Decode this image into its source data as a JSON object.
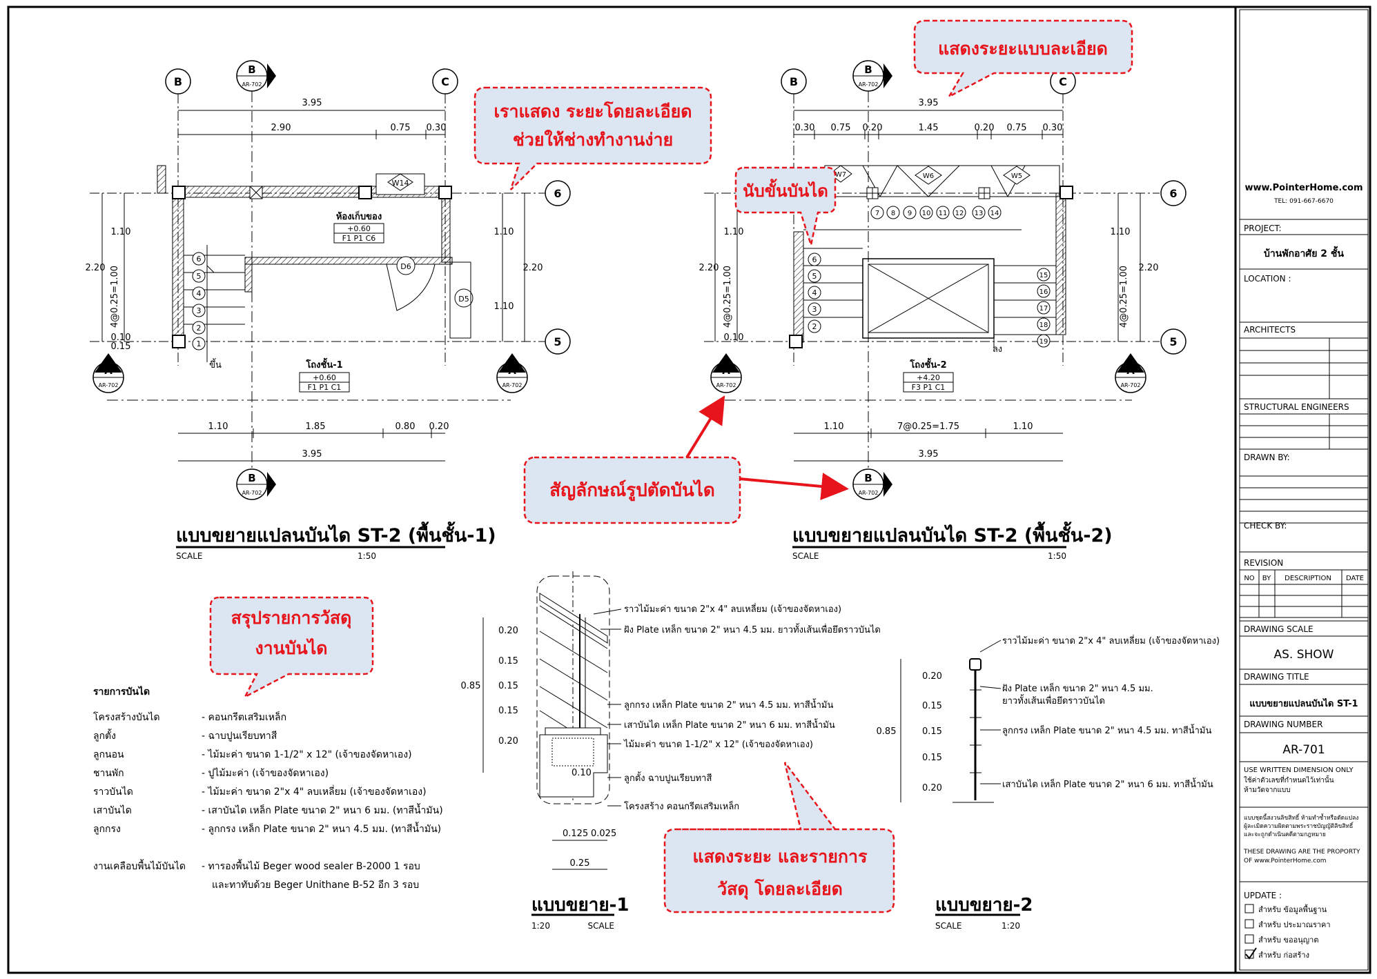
{
  "plan1": {
    "grid_top": [
      "B",
      "C"
    ],
    "section_b_top": "B",
    "section_b_bottom": "B",
    "section_a_left": "A",
    "section_a_right": "A",
    "section_ref": "AR-702",
    "grid_right": [
      "6",
      "5"
    ],
    "dim_top_total": "3.95",
    "dim_top_parts": [
      "2.90",
      "0.75",
      "0.30"
    ],
    "dim_bottom_parts": [
      "1.10",
      "1.85",
      "0.80",
      "0.20"
    ],
    "dim_bottom_total": "3.95",
    "dim_left": [
      "1.10",
      "2.20",
      "4@0.25=1.00",
      "0.10",
      "0.15"
    ],
    "dim_right": [
      "1.10",
      "2.20",
      "1.10"
    ],
    "window_tag": "W14",
    "door_tags": [
      "D6",
      "D5"
    ],
    "room1_name": "ห้องเก็บของ",
    "room1_level": "+0.60",
    "room1_finish": "F1 P1 C6",
    "room2_name": "โถงชั้น-1",
    "room2_level": "+0.60",
    "room2_finish": "F1 P1 C1",
    "up_label": "ขึ้น",
    "steps": [
      "6",
      "5",
      "4",
      "3",
      "2",
      "1"
    ],
    "title": "แบบขยายแปลนบันได ST-2 (พื้นชั้น-1)",
    "scale_label": "SCALE",
    "scale_value": "1:50"
  },
  "plan2": {
    "grid_top": [
      "B",
      "C"
    ],
    "section_b_top": "B",
    "section_b_bottom": "B",
    "section_a_left": "A",
    "section_a_right": "A",
    "section_ref": "AR-702",
    "grid_right": [
      "6",
      "5"
    ],
    "dim_top_total": "3.95",
    "dim_top_parts": [
      "0.30",
      "0.75",
      "0.20",
      "1.45",
      "0.20",
      "0.75",
      "0.30"
    ],
    "dim_bottom_parts": [
      "1.10",
      "7@0.25=1.75",
      "1.10"
    ],
    "dim_bottom_total": "3.95",
    "dim_left": [
      "1.10",
      "2.20",
      "4@0.25=1.00",
      "0.10"
    ],
    "dim_right": [
      "1.10",
      "2.20",
      "4@0.25=1.00"
    ],
    "window_tags": [
      "W7",
      "W6",
      "W5"
    ],
    "top_steps": [
      "7",
      "8",
      "9",
      "10",
      "11",
      "12",
      "13",
      "14"
    ],
    "left_steps": [
      "6",
      "5",
      "4",
      "3",
      "2"
    ],
    "right_steps": [
      "15",
      "16",
      "17",
      "18",
      "19"
    ],
    "room_name": "โถงชั้น-2",
    "room_level": "+4.20",
    "room_finish": "F3 P1 C1",
    "down_label": "ลง",
    "title": "แบบขยายแปลนบันได ST-2 (พื้นชั้น-2)",
    "scale_label": "SCALE",
    "scale_value": "1:50"
  },
  "callouts": {
    "c1_line1": "เราแสดง ระยะโดยละเอียด",
    "c1_line2": "ช่วยให้ช่างทำงานง่าย",
    "c2": "แสดงระยะแบบละเอียด",
    "c3": "นับขั้นบันได",
    "c4": "สัญลักษณ์รูปตัดบันได",
    "c5_line1": "สรุปรายการวัสดุ",
    "c5_line2": "งานบันได",
    "c6_line1": "แสดงระยะ และรายการ",
    "c6_line2": "วัสดุ โดยละเอียด"
  },
  "materials": {
    "heading": "รายการบันได",
    "rows": [
      {
        "item": "โครงสร้างบันได",
        "spec": "- คอนกรีตเสริมเหล็ก"
      },
      {
        "item": "ลูกตั้ง",
        "spec": "- ฉาบปูนเรียบทาสี"
      },
      {
        "item": "ลูกนอน",
        "spec": "- ไม้มะค่า ขนาด 1-1/2\" x 12\" (เจ้าของจัดหาเอง)"
      },
      {
        "item": "ชานพัก",
        "spec": "- ปูไม้มะค่า (เจ้าของจัดหาเอง)"
      },
      {
        "item": "ราวบันได",
        "spec": "- ไม้มะค่า ขนาด 2\"x 4\" ลบเหลี่ยม (เจ้าของจัดหาเอง)"
      },
      {
        "item": "เสาบันได",
        "spec": "- เสาบันได เหล็ก Plate ขนาด 2\" หนา 6 มม. (ทาสีน้ำมัน)"
      },
      {
        "item": "ลูกกรง",
        "spec": "- ลูกกรง เหล็ก Plate ขนาด 2\" หนา 4.5 มม. (ทาสีน้ำมัน)"
      }
    ],
    "finish_item": "งานเคลือบพื้นไม้บันได",
    "finish_spec1": "- ทารองพื้นไม้ Beger wood sealer B-2000 1 รอบ",
    "finish_spec2": "และทาทับด้วย Beger Unithane B-52 อีก 3 รอบ"
  },
  "detail1": {
    "dims_left": [
      "0.20",
      "0.15",
      "0.15",
      "0.15",
      "0.20"
    ],
    "dim_total": "0.85",
    "dim_010": "0.10",
    "dims_bottom": [
      "0.125",
      "0.025"
    ],
    "dim_bottom_total": "0.25",
    "notes": [
      "ราวไม้มะค่า ขนาด 2\"x 4\" ลบเหลี่ยม (เจ้าของจัดหาเอง)",
      "ฝัง Plate เหล็ก ขนาด 2\" หนา 4.5 มม. ยาวทั้งเส้นเพื่อยึดราวบันได",
      "ลูกกรง เหล็ก Plate ขนาด 2\" หนา 4.5 มม. ทาสีน้ำมัน",
      "เสาบันได เหล็ก Plate ขนาด 2\" หนา 6 มม. ทาสีน้ำมัน",
      "ไม้มะค่า ขนาด 1-1/2\" x 12\" (เจ้าของจัดหาเอง)",
      "ลูกตั้ง ฉาบปูนเรียบทาสี",
      "โครงสร้าง คอนกรีตเสริมเหล็ก"
    ],
    "title": "แบบขยาย-1",
    "scale_value": "1:20",
    "scale_label": "SCALE"
  },
  "detail2": {
    "dims_left": [
      "0.20",
      "0.15",
      "0.15",
      "0.15",
      "0.20"
    ],
    "dim_total": "0.85",
    "notes": [
      "ราวไม้มะค่า ขนาด 2\"x 4\" ลบเหลี่ยม (เจ้าของจัดหาเอง)",
      "ฝัง Plate เหล็ก ขนาด 2\" หนา 4.5 มม.",
      "ยาวทั้งเส้นเพื่อยึดราวบันได",
      "ลูกกรง เหล็ก Plate ขนาด 2\" หนา 4.5 มม. ทาสีน้ำมัน",
      "เสาบันได เหล็ก Plate ขนาด 2\" หนา 6 มม. ทาสีน้ำมัน"
    ],
    "title": "แบบขยาย-2",
    "scale_label": "SCALE",
    "scale_value": "1:20"
  },
  "titleblock": {
    "website": "www.PointerHome.com",
    "tel": "TEL: 091-667-6670",
    "project_label": "PROJECT:",
    "project_value": "บ้านพักอาศัย 2 ชั้น",
    "location_label": "LOCATION :",
    "architects_label": "ARCHITECTS",
    "structural_label": "STRUCTURAL ENGINEERS",
    "drawn_label": "DRAWN BY:",
    "check_label": "CHECK BY:",
    "revision_label": "REVISION",
    "rev_cols": [
      "NO",
      "BY",
      "DESCRIPTION",
      "DATE"
    ],
    "scale_label": "DRAWING SCALE",
    "scale_value": "AS. SHOW",
    "dtitle_label": "DRAWING TITLE",
    "dtitle_value": "แบบขยายแปลนบันได ST-1",
    "dnumber_label": "DRAWING NUMBER",
    "dnumber_value": "AR-701",
    "note1": "USE WRITTEN DIMENSION ONLY",
    "note2": "ใช้ค่าตัวเลขที่กำหนดไว้เท่านั้น",
    "note3": "ห้ามวัดจากแบบ",
    "copyright1": "แบบชุดนี้สงวนลิขสิทธิ์ ห้ามทำซ้ำหรือดัดแปลง",
    "copyright2": "ผู้ละเมิดความผิดตามพระราชบัญญัติลิขสิทธิ์",
    "copyright3": "และจะถูกดำเนินคดีตามกฎหมาย",
    "property1": "THESE DRAWING ARE THE PROPORTY",
    "property2": "OF www.PointerHome.com",
    "update_label": "UPDATE :",
    "updates": [
      {
        "label": "สำหรับ ข้อมูลพื้นฐาน",
        "checked": false
      },
      {
        "label": "สำหรับ ประมาณราคา",
        "checked": false
      },
      {
        "label": "สำหรับ ขออนุญาต",
        "checked": false
      },
      {
        "label": "สำหรับ ก่อสร้าง",
        "checked": true
      }
    ]
  },
  "colors": {
    "callout_fill": "#dce6f2",
    "callout_border": "#e8141b",
    "callout_text": "#e8141b",
    "arrow": "#e8141b"
  }
}
